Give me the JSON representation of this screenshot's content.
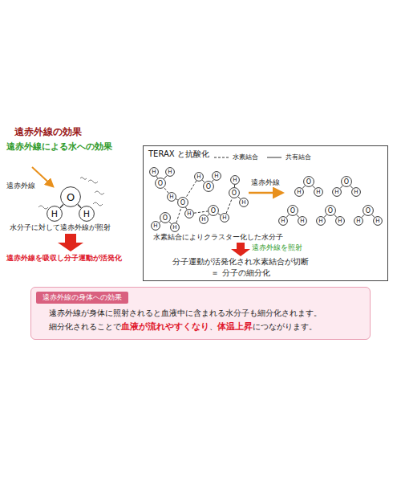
{
  "diagram": {
    "nodes": [
      {
        "text": [
          "O"
        ]
      },
      {
        "text": [
          "H"
        ]
      },
      {
        "text": [
          "H"
        ]
      },
      {
        "text": [
          "TERAX と抗酸化"
        ]
      },
      {
        "text": [
          "O"
        ],
        "in": 3
      },
      {
        "text": [
          "H"
        ],
        "in": 3
      },
      {
        "text": [
          "H"
        ],
        "in": 3
      },
      {
        "text": [
          "O"
        ],
        "in": 3
      },
      {
        "text": [
          "H"
        ],
        "in": 3
      },
      {
        "text": [
          "H"
        ],
        "in": 3
      },
      {
        "text": [
          "O"
        ],
        "in": 3
      },
      {
        "text": [
          "H"
        ],
        "in": 3
      },
      {
        "text": [
          "H"
        ],
        "in": 3
      },
      {
        "text": [
          "O"
        ],
        "in": 3
      },
      {
        "text": [
          "H"
        ],
        "in": 3
      },
      {
        "text": [
          "H"
        ],
        "in": 3
      },
      {
        "text": [
          "O"
        ],
        "in": 3
      },
      {
        "text": [
          "H"
        ],
        "in": 3
      },
      {
        "text": [
          "H"
        ],
        "in": 3
      },
      {
        "text": [
          "O"
        ],
        "in": 3
      },
      {
        "text": [
          "H"
        ],
        "in": 3
      },
      {
        "text": [
          "H"
        ],
        "in": 3
      },
      {
        "text": [
          "O"
        ],
        "in": 3
      },
      {
        "text": [
          "H"
        ],
        "in": 3
      },
      {
        "text": [
          "H"
        ],
        "in": 3
      },
      {
        "text": [
          "O"
        ],
        "in": 3
      },
      {
        "text": [
          "H"
        ],
        "in": 3
      },
      {
        "text": [
          "H"
        ],
        "in": 3
      },
      {
        "text": [
          "O"
        ],
        "in": 3
      },
      {
        "text": [
          "H"
        ],
        "in": 3
      },
      {
        "text": [
          "H"
        ],
        "in": 3
      },
      {
        "text": [
          "O"
        ],
        "in": 3
      },
      {
        "text": [
          "H"
        ],
        "in": 3
      },
      {
        "text": [
          "H"
        ],
        "in": 3
      },
      {
        "text": [
          "O"
        ],
        "in": 3
      },
      {
        "text": [
          "H"
        ],
        "in": 3
      },
      {
        "text": [
          "H"
        ],
        "in": 3
      },
      {
        "text": [
          "遠赤外線の身体への効果",
          "遠赤外線が身体に照射されると血液中に含まれる水分子も細分化されます。",
          "細分化されることで",
          "血液が流れやすくなり",
          "、",
          "体温上昇",
          "につながります。"
        ]
      }
    ],
    "edges": [
      {
        "from": 0,
        "to": 1,
        "arrow": "none"
      },
      {
        "from": 0,
        "to": 2,
        "arrow": "none"
      },
      {
        "from": 4,
        "to": 5,
        "arrow": "none"
      },
      {
        "from": 4,
        "to": 6,
        "arrow": "none"
      },
      {
        "from": 7,
        "to": 8,
        "arrow": "none"
      },
      {
        "from": 7,
        "to": 9,
        "arrow": "none"
      },
      {
        "from": 10,
        "to": 11,
        "arrow": "none"
      },
      {
        "from": 10,
        "to": 12,
        "arrow": "none"
      },
      {
        "from": 13,
        "to": 14,
        "arrow": "none"
      },
      {
        "from": 13,
        "to": 15,
        "arrow": "none"
      },
      {
        "from": 16,
        "to": 17,
        "arrow": "none"
      },
      {
        "from": 16,
        "to": 18,
        "arrow": "none"
      },
      {
        "from": 19,
        "to": 20,
        "arrow": "none"
      },
      {
        "from": 19,
        "to": 21,
        "arrow": "none"
      },
      {
        "from": 8,
        "to": 4,
        "arrow": "none"
      },
      {
        "from": 9,
        "to": 13,
        "arrow": "none"
      },
      {
        "from": 11,
        "to": 7,
        "arrow": "none"
      },
      {
        "from": 15,
        "to": 16,
        "arrow": "none"
      },
      {
        "from": 21,
        "to": 7,
        "arrow": "none"
      },
      {
        "from": 22,
        "to": 23,
        "arrow": "none"
      },
      {
        "from": 22,
        "to": 24,
        "arrow": "none"
      },
      {
        "from": 25,
        "to": 26,
        "arrow": "none"
      },
      {
        "from": 25,
        "to": 27,
        "arrow": "none"
      },
      {
        "from": 28,
        "to": 29,
        "arrow": "none"
      },
      {
        "from": 28,
        "to": 30,
        "arrow": "none"
      },
      {
        "from": 31,
        "to": 32,
        "arrow": "none"
      },
      {
        "from": 31,
        "to": 33,
        "arrow": "none"
      },
      {
        "from": 34,
        "to": 35,
        "arrow": "none"
      },
      {
        "from": 34,
        "to": 36,
        "arrow": "none"
      }
    ],
    "labels": [
      "遠赤外線の効果",
      "遠赤外線による水への効果",
      "遠赤外線",
      "水分子に対して遠赤外線が照射",
      "遠赤外線を吸収し分子運動が活発化",
      "遠赤外線",
      "水素結合によりクラスター化した水分子",
      "遠赤外線を照射",
      "分子運動が活発化され水素結合が切断",
      "＝ 分子の細分化"
    ],
    "legend": [
      {
        "text": "水素結合"
      },
      {
        "text": "共有結合"
      }
    ]
  }
}
